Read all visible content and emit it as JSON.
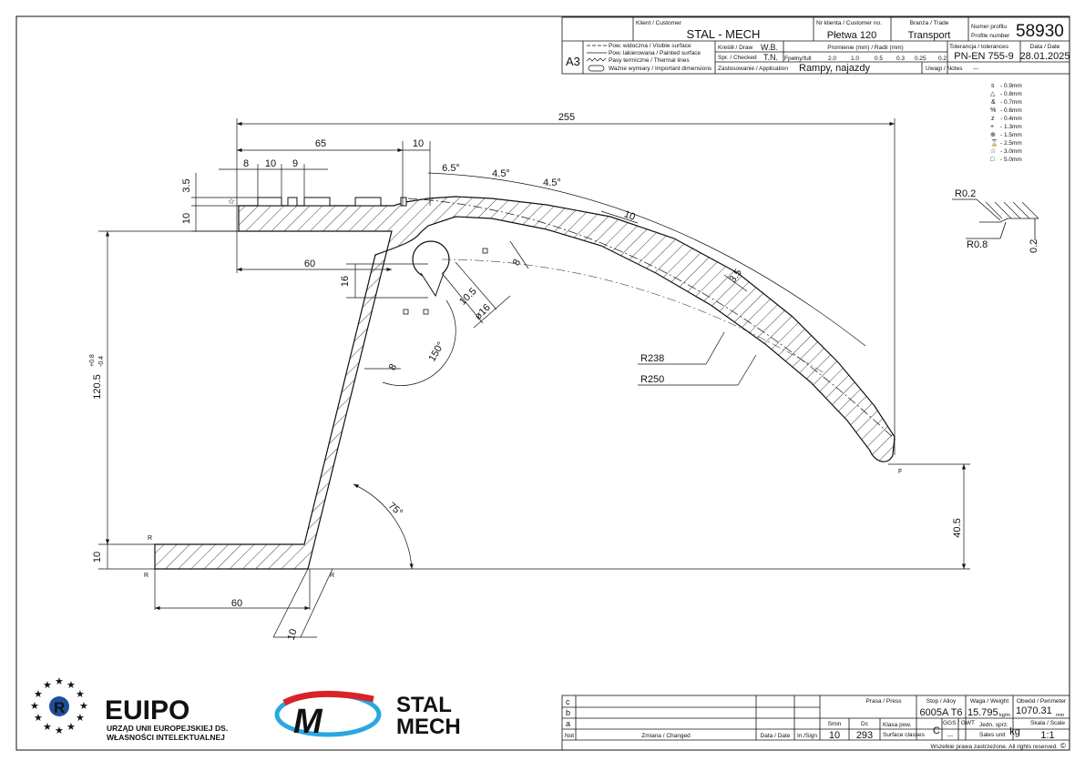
{
  "title_block": {
    "customer_label": "Klient / Customer",
    "customer_value": "STAL - MECH",
    "client_no_label": "Nr klienta / Customer no.",
    "client_no_value": "Płetwa 120",
    "trade_label": "Branża / Trade",
    "trade_value": "Transport",
    "profile_no_label1": "Numer profilu",
    "profile_no_label2": "Profile number",
    "profile_no_value": "58930",
    "sheet_size": "A3",
    "legend": [
      "Pow. widoczna / Visible surface",
      "Pow. lakierowana / Painted surface",
      "Pasy termiczne / Thermal lines",
      "Ważne wymiary / Important dimensions"
    ],
    "draw_label": "Kreślił / Draw",
    "draw_value": "W.B.",
    "checked_label": "Spr. / Checked",
    "checked_value": "T.N.",
    "radii_label": "Promienie (mm) / Radii (mm)",
    "radii_first": "Fpełny/full",
    "radii_values": [
      "2.0",
      "1.0",
      "0.5",
      "0.3",
      "0.25",
      "0.2"
    ],
    "tolerance_label": "Tolerancja / tolerances",
    "tolerance_value": "PN-EN 755-9",
    "date_label": "Data / Date",
    "date_value": "28.01.2025",
    "application_label": "Zastosowanie / Application",
    "application_value": "Rampy, najazdy",
    "notes_label": "Uwagi / Notes",
    "notes_value": "---"
  },
  "thickness_legend": [
    "- 0.9mm",
    "- 0.8mm",
    "- 0.7mm",
    "- 0.6mm",
    "- 0.4mm",
    "- 1.3mm",
    "- 1.5mm",
    "- 2.5mm",
    "- 3.0mm",
    "- 5.0mm"
  ],
  "detail": {
    "r_top": "R0.2",
    "r_bottom": "R0.8",
    "depth": "0.2"
  },
  "dimensions": {
    "d255": "255",
    "d65": "65",
    "d10_top": "10",
    "d8": "8",
    "d10b": "10",
    "d9": "9",
    "d35_left": "3.5",
    "d10_left": "10",
    "d60_top": "60",
    "d16": "16",
    "d1205": "120.5",
    "d1205_sup": "+0.8",
    "d1205_sub": "-0.4",
    "d10_bottom_left": "10",
    "d60_bottom": "60",
    "d10_slant": "10",
    "a65": "6.5°",
    "a45a": "4.5°",
    "a45b": "4.5°",
    "d10_arc": "10",
    "d8_hole": "8",
    "d105": "10.5",
    "d16_dia": "ø16",
    "a150": "150°",
    "d8_leg": "8",
    "d35_arc": "3.5",
    "r238": "R238",
    "r250": "R250",
    "a75": "75°",
    "d405": "40.5",
    "R": "R",
    "F": "F"
  },
  "revisions": {
    "rows": [
      "c",
      "b",
      "a"
    ],
    "not_label": "Not",
    "change_label": "Zmiana / Changed",
    "date_label": "Data / Date",
    "sign_label": "In./Sign",
    "press_label": "Prasa / Press",
    "alloy_label": "Stop / Alloy",
    "alloy_value": "6005A T6",
    "weight_label": "Waga / Weight",
    "weight_value": "15.795",
    "weight_unit": "kg/m",
    "perimeter_label": "Obwód / Perimeter",
    "perimeter_value": "1070.31",
    "perimeter_unit": "mm",
    "smin_label": "Smin",
    "smin_value": "10",
    "dc_label": "Dc",
    "dc_value": "293",
    "class_label1": "Klasa pow.",
    "class_label2": "Surface classes",
    "class_value": "C",
    "gwt_label": "GGS / GWT",
    "gwt_value": "---",
    "unit_label1": "Jedn. sprz.",
    "unit_label2": "Sales unit",
    "unit_value": "kg",
    "scale_label": "Skala / Scale",
    "scale_value": "1:1",
    "rights": "Wszelkie prawa zastrzeżone. All rights reserved."
  },
  "logos": {
    "euipo": "EUIPO",
    "euipo_line1": "URZĄD UNII EUROPEJSKIEJ DS.",
    "euipo_line2": "WŁASNOŚCI INTELEKTUALNEJ",
    "stal": "STAL",
    "mech": "MECH"
  }
}
